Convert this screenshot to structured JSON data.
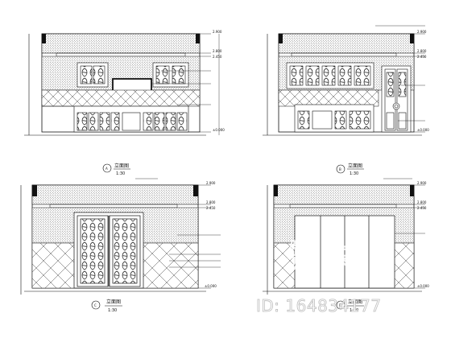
{
  "elevations": [
    {
      "id": "A",
      "marker": "A",
      "title": "立面图",
      "scale": "1:30",
      "labels": [
        "2.900",
        "2.800",
        "2.450",
        "",
        "",
        "",
        "±0.000"
      ]
    },
    {
      "id": "B",
      "marker": "B",
      "title": "立面图",
      "scale": "1:30",
      "labels": [
        "2.900",
        "2.800",
        "2.450",
        "",
        "",
        "±0.000"
      ]
    },
    {
      "id": "C",
      "marker": "C",
      "title": "立面图",
      "scale": "1:30",
      "labels": [
        "2.900",
        "2.800",
        "2.450",
        "",
        "",
        "",
        "",
        "±0.000"
      ]
    },
    {
      "id": "D",
      "marker": "D",
      "title": "立面图",
      "scale": "1:30",
      "labels": [
        "2.900",
        "2.800",
        "2.450",
        "",
        "±0.000"
      ]
    }
  ],
  "watermark": {
    "brand": "知末",
    "id_text": "ID: 164834177"
  },
  "colors": {
    "line": "#111111",
    "hatch": "#333333",
    "watermark": "#ffffff"
  }
}
